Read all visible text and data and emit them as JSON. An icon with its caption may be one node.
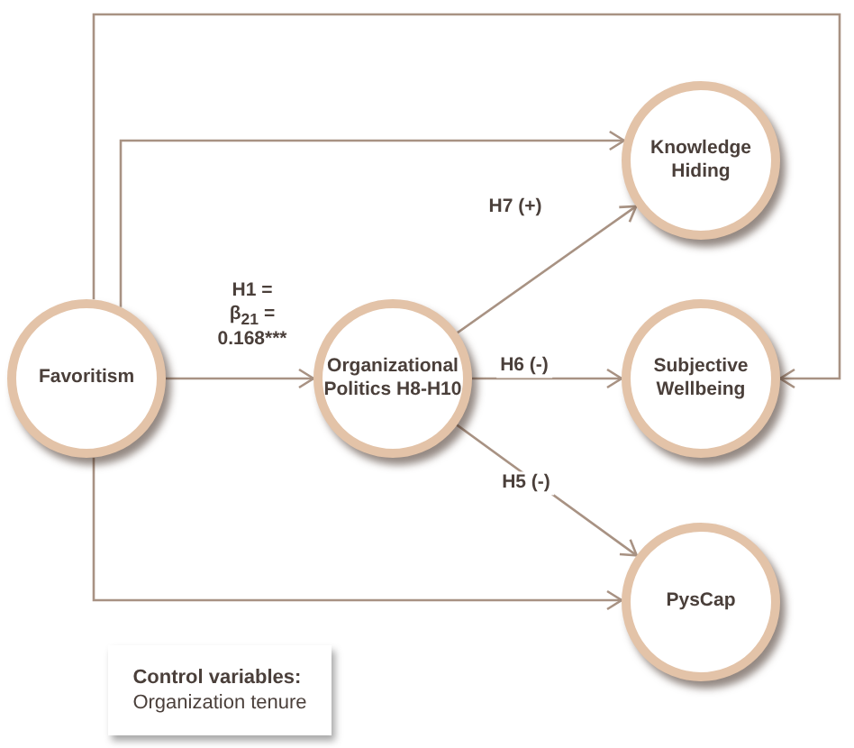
{
  "diagram": {
    "nodes": [
      {
        "text": [
          "Favoritism"
        ]
      },
      {
        "text": [
          "Organizational Politics H8-H10"
        ]
      },
      {
        "text": [
          "Knowledge Hiding"
        ]
      },
      {
        "text": [
          "Subjective Wellbeing"
        ]
      },
      {
        "text": [
          "PysCap"
        ]
      },
      {
        "text": [
          "Control variables:",
          "Organization tenure"
        ]
      }
    ],
    "edges": [
      {
        "from": 0,
        "to": 2,
        "arrow": "to"
      },
      {
        "from": 0,
        "to": 3,
        "arrow": "to"
      },
      {
        "from": 0,
        "to": 1,
        "arrow": "to",
        "label": "H1 = β$_{21}$ = 0.168***"
      },
      {
        "from": 1,
        "to": 2,
        "arrow": "to",
        "label": "H7 (+)"
      },
      {
        "from": 1,
        "to": 3,
        "arrow": "to",
        "label": "H6 (-)"
      },
      {
        "from": 1,
        "to": 4,
        "arrow": "to",
        "label": "H5 (-)"
      },
      {
        "from": 0,
        "to": 4,
        "arrow": "to"
      }
    ]
  }
}
